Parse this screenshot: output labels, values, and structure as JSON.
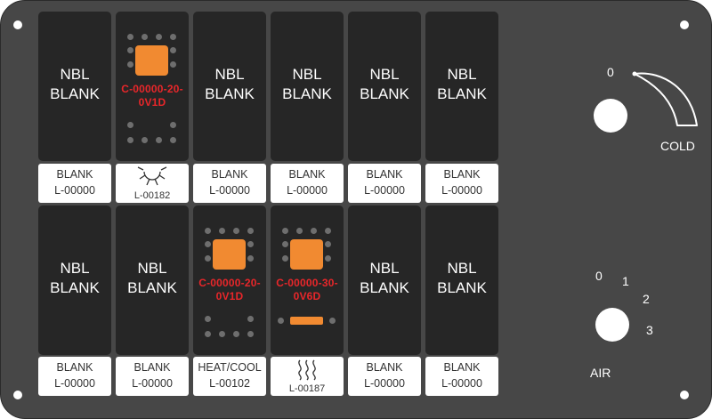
{
  "switches": [
    {
      "id": "r1c1",
      "type": "blank",
      "title": [
        "NBL",
        "BLANK"
      ],
      "label": [
        "BLANK",
        "L-00000"
      ]
    },
    {
      "id": "r1c2",
      "type": "lit",
      "code": [
        "C-00000-20-",
        "0V1D"
      ],
      "label_icon": "sun-icon",
      "label": [
        "",
        "L-00182"
      ]
    },
    {
      "id": "r1c3",
      "type": "blank",
      "title": [
        "NBL",
        "BLANK"
      ],
      "label": [
        "BLANK",
        "L-00000"
      ]
    },
    {
      "id": "r1c4",
      "type": "blank",
      "title": [
        "NBL",
        "BLANK"
      ],
      "label": [
        "BLANK",
        "L-00000"
      ]
    },
    {
      "id": "r1c5",
      "type": "blank",
      "title": [
        "NBL",
        "BLANK"
      ],
      "label": [
        "BLANK",
        "L-00000"
      ]
    },
    {
      "id": "r1c6",
      "type": "blank",
      "title": [
        "NBL",
        "BLANK"
      ],
      "label": [
        "BLANK",
        "L-00000"
      ]
    },
    {
      "id": "r2c1",
      "type": "blank",
      "title": [
        "NBL",
        "BLANK"
      ],
      "label": [
        "BLANK",
        "L-00000"
      ]
    },
    {
      "id": "r2c2",
      "type": "blank",
      "title": [
        "NBL",
        "BLANK"
      ],
      "label": [
        "BLANK",
        "L-00000"
      ]
    },
    {
      "id": "r2c3",
      "type": "lit",
      "code": [
        "C-00000-20-",
        "0V1D"
      ],
      "label": [
        "HEAT/COOL",
        "L-00102"
      ]
    },
    {
      "id": "r2c4",
      "type": "lit-bar",
      "code": [
        "C-00000-30-",
        "0V6D"
      ],
      "label_icon": "heat-waves-icon",
      "label": [
        "",
        "L-00187"
      ]
    },
    {
      "id": "r2c5",
      "type": "blank",
      "title": [
        "NBL",
        "BLANK"
      ],
      "label": [
        "BLANK",
        "L-00000"
      ]
    },
    {
      "id": "r2c6",
      "type": "blank",
      "title": [
        "NBL",
        "BLANK"
      ],
      "label": [
        "BLANK",
        "L-00000"
      ]
    }
  ],
  "temp_knob": {
    "min_label": "0",
    "max_label": "COLD"
  },
  "air_knob": {
    "positions": [
      "0",
      "1",
      "2",
      "3"
    ],
    "label": "AIR"
  },
  "colors": {
    "panel": "#474747",
    "switch": "#262626",
    "led": "#f18a31",
    "code_text": "#e8262a",
    "label": "#ffffff"
  }
}
